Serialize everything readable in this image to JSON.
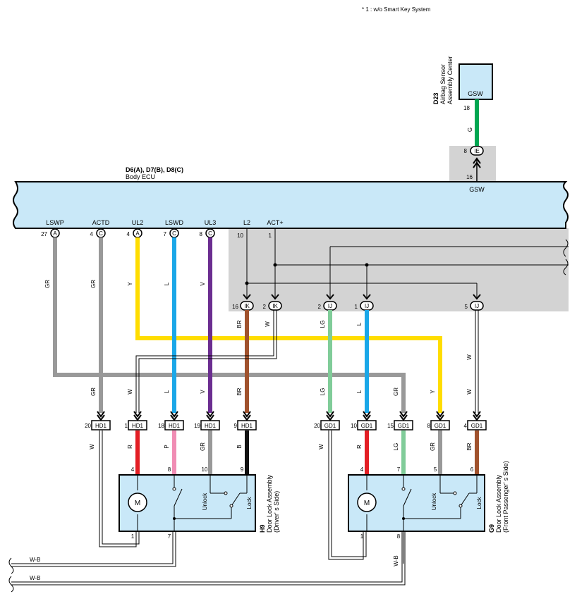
{
  "note": "* 1 : w/o Smart Key System",
  "colors": {
    "ecu_fill": "#c9e8f8",
    "shade": "#d3d3d3",
    "GR": "#999999",
    "Y": "#ffdd00",
    "L": "#1aa7e8",
    "V": "#6b2d90",
    "BR": "#a0522d",
    "B": "#111111",
    "R": "#e31e24",
    "P": "#f08db4",
    "LG": "#80cc99",
    "G": "#00a651"
  },
  "airbag": {
    "code": "D23",
    "name_line1": "Airbag Sensor",
    "name_line2": "Assembly Center",
    "terminal_label": "GSW",
    "pin": "18",
    "wire": "G"
  },
  "ie_connector": {
    "pin_top": "8",
    "name": "IE",
    "pin_bottom": "16"
  },
  "ecu": {
    "code": "D6(A), D7(B), D8(C)",
    "name": "Body ECU",
    "gsw_label": "GSW",
    "terminals": [
      {
        "label": "LSWP",
        "pin": "27",
        "conn": "A",
        "wire": "GR"
      },
      {
        "label": "ACTD",
        "pin": "4",
        "conn": "C",
        "wire": "GR"
      },
      {
        "label": "UL2",
        "pin": "4",
        "conn": "A",
        "wire": "Y"
      },
      {
        "label": "LSWD",
        "pin": "7",
        "conn": "C",
        "wire": "L"
      },
      {
        "label": "UL3",
        "pin": "8",
        "conn": "C",
        "wire": "V"
      },
      {
        "label": "L2",
        "pin": "10"
      },
      {
        "label": "ACT+",
        "pin": "1"
      }
    ]
  },
  "junctions": [
    {
      "pin": "16",
      "name": "IK",
      "wire": "BR"
    },
    {
      "pin": "2",
      "name": "IK",
      "wire": "W"
    },
    {
      "pin": "2",
      "name": "IJ",
      "wire": "LG"
    },
    {
      "pin": "1",
      "name": "IJ",
      "wire": "L"
    },
    {
      "pin": "5",
      "name": "IJ",
      "wire": "W"
    }
  ],
  "hd1": [
    {
      "pin": "20",
      "name": "HD1",
      "wire_in": "GR",
      "wire_out": "W"
    },
    {
      "pin": "1",
      "name": "HD1",
      "wire_in": "W",
      "wire_out": "R"
    },
    {
      "pin": "18",
      "name": "HD1",
      "wire_in": "L",
      "wire_out": "P"
    },
    {
      "pin": "19",
      "name": "HD1",
      "wire_in": "V",
      "wire_out": "GR"
    },
    {
      "pin": "9",
      "name": "HD1",
      "wire_in": "BR",
      "wire_out": "B"
    }
  ],
  "gd1": [
    {
      "pin": "20",
      "name": "GD1",
      "wire_in": "LG",
      "wire_out": "W"
    },
    {
      "pin": "10",
      "name": "GD1",
      "wire_in": "L",
      "wire_out": "R"
    },
    {
      "pin": "15",
      "name": "GD1",
      "wire_in": "GR",
      "wire_out": "LG"
    },
    {
      "pin": "8",
      "name": "GD1",
      "wire_in": "Y",
      "wire_out": "GR"
    },
    {
      "pin": "4",
      "name": "GD1",
      "wire_in": "W",
      "wire_out": "BR"
    }
  ],
  "driver_lock": {
    "code": "H9",
    "name_line1": "Door Lock Assembly",
    "name_line2": "(Driver' s Side)",
    "pins_top": [
      "4",
      "8",
      "10",
      "9"
    ],
    "pins_bottom": [
      "1",
      "7"
    ],
    "motor": "M",
    "unlock": "Unlock",
    "lock": "Lock"
  },
  "passenger_lock": {
    "code": "G9",
    "name_line1": "Door Lock Assembly",
    "name_line2": "(Front Passenger' s Side)",
    "pins_top": [
      "4",
      "7",
      "5",
      "6"
    ],
    "pins_bottom": [
      "1",
      "8"
    ],
    "motor": "M",
    "unlock": "Unlock",
    "lock": "Lock"
  },
  "ground": {
    "wire1": "W-B",
    "wire2": "W-B",
    "wire3": "W-B"
  }
}
